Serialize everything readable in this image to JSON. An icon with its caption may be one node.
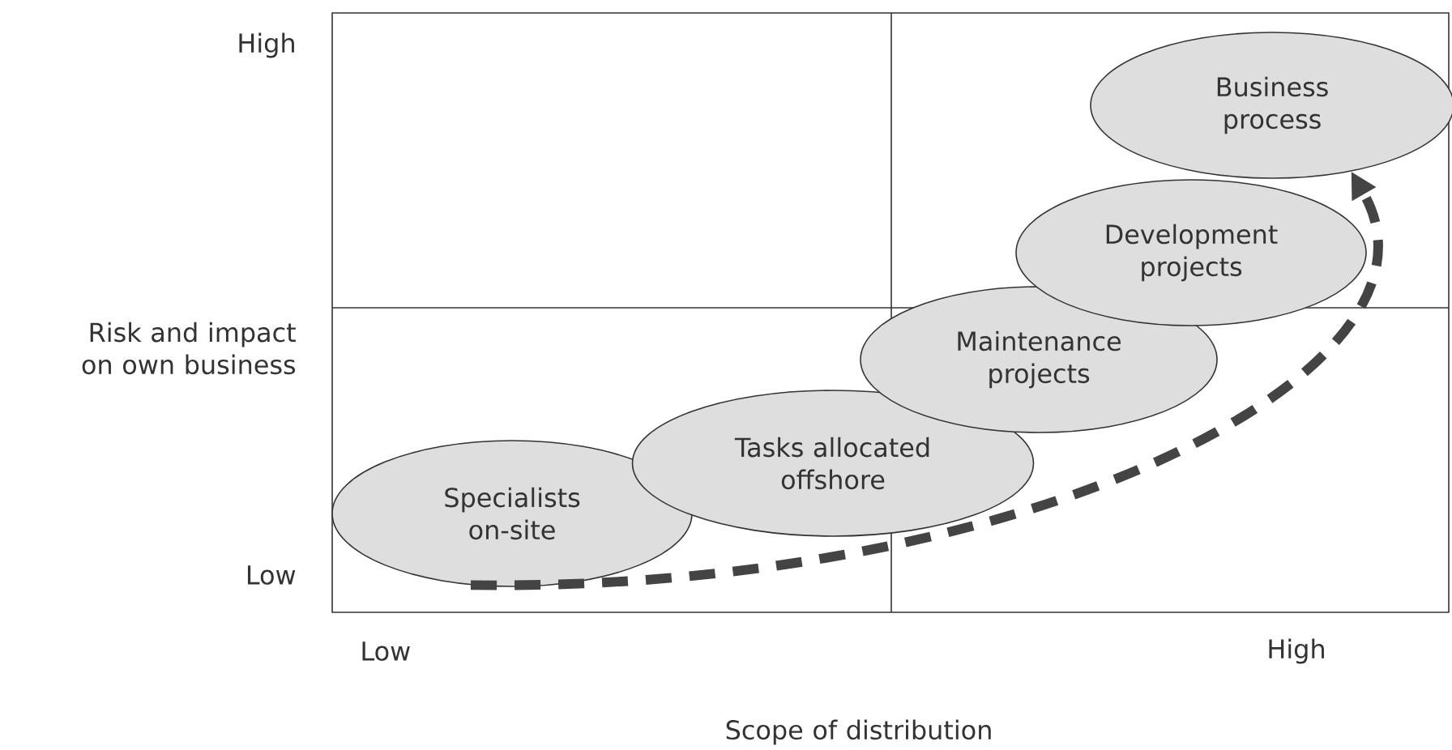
{
  "diagram": {
    "nodes": [
      {
        "text": [
          "Specialists on-site"
        ]
      },
      {
        "text": [
          "Tasks allocated offshore"
        ]
      },
      {
        "text": [
          "Maintenance projects"
        ]
      },
      {
        "text": [
          "Development projects"
        ]
      },
      {
        "text": [
          "Business process"
        ]
      }
    ],
    "edges": [
      {
        "from": 0,
        "to": 4,
        "arrow": "to",
        "style": "dashed"
      }
    ],
    "labels": [
      "High",
      "Risk and impact on own business",
      "Low",
      "Low",
      "High",
      "Scope of distribution"
    ]
  }
}
